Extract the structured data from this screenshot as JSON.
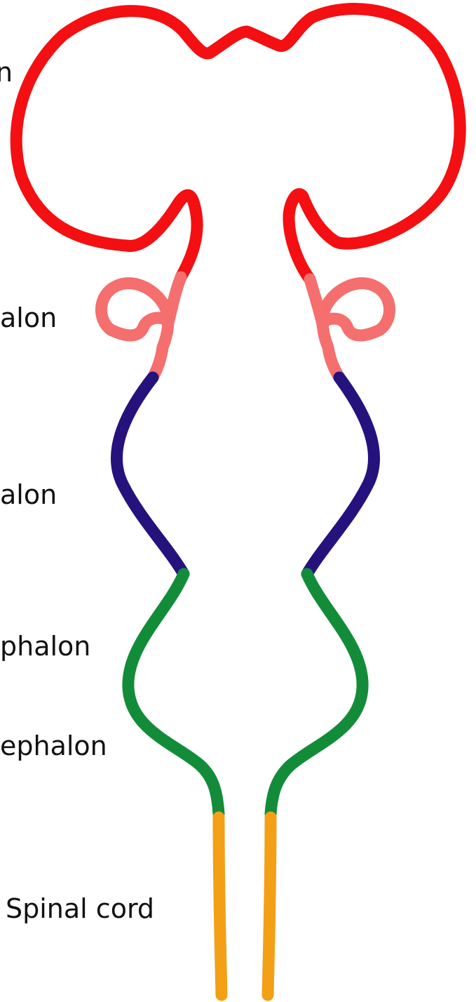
{
  "labels": {
    "telencephalon_partial": "n",
    "diencephalon_partial": "alon",
    "mesencephalon_partial": "alon",
    "metencephalon_partial": "phalon",
    "myelencephalon_partial": "ephalon",
    "spinal_cord": "Spinal cord"
  },
  "colors": {
    "telencephalon": "#f40f12",
    "diencephalon": "#f46f6d",
    "mesencephalon": "#25127d",
    "rhombencephalon": "#138c3a",
    "spinal_cord": "#f3a016"
  }
}
